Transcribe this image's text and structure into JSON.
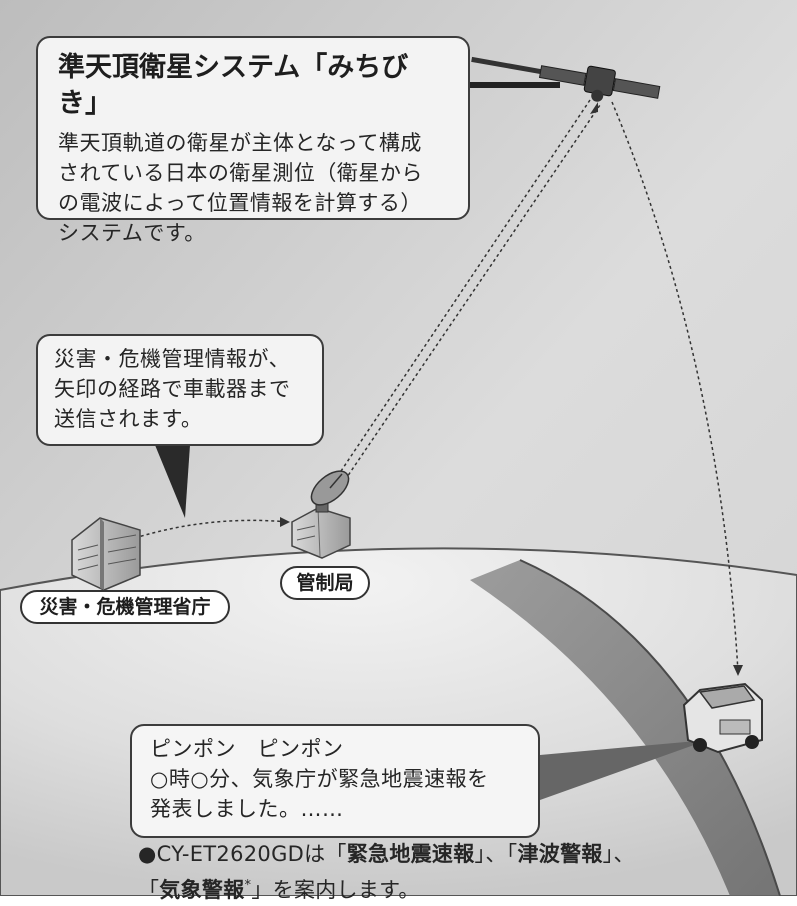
{
  "satellite_box": {
    "title": "準天頂衛星システム「みちびき」",
    "description": "準天頂軌道の衛星が主体となって構成\nされている日本の衛星測位（衛星から\nの電波によって位置情報を計算する）\nシステムです。"
  },
  "route_box": {
    "text": "災害・危機管理情報が、\n矢印の経路で車載器まで\n送信されます。"
  },
  "labels": {
    "agency": "災害・危機管理省庁",
    "control_station": "管制局"
  },
  "announcement": {
    "text": "ピンポン　ピンポン\n○時○分、気象庁が緊急地震速報を\n発表しました。……"
  },
  "footnote": {
    "bullet": "●",
    "model": "CY-ET2620GDは",
    "q1_open": "「",
    "item1": "緊急地震速報",
    "q1_close": "」、",
    "q2_open": "「",
    "item2": "津波警報",
    "q2_close": "」、",
    "q3_open": "「",
    "item3": "気象警報",
    "asterisk": "*",
    "q3_close": "」",
    "tail": "を案内します。"
  }
}
